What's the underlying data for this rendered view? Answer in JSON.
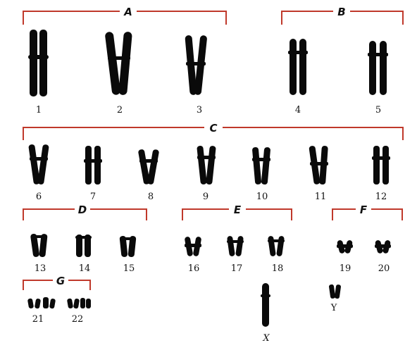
{
  "groups": [
    {
      "id": "A",
      "label": "A",
      "members": [
        "1",
        "2",
        "3"
      ]
    },
    {
      "id": "B",
      "label": "B",
      "members": [
        "4",
        "5"
      ]
    },
    {
      "id": "C",
      "label": "C",
      "members": [
        "6",
        "7",
        "8",
        "9",
        "10",
        "11",
        "12"
      ]
    },
    {
      "id": "D",
      "label": "D",
      "members": [
        "13",
        "14",
        "15"
      ]
    },
    {
      "id": "E",
      "label": "E",
      "members": [
        "16",
        "17",
        "18"
      ]
    },
    {
      "id": "F",
      "label": "F",
      "members": [
        "19",
        "20"
      ]
    },
    {
      "id": "G",
      "label": "G",
      "members": [
        "21",
        "22"
      ]
    }
  ],
  "sex_chromosomes": {
    "x": "X",
    "y": "Y"
  },
  "colors": {
    "bracket": "#c0392b",
    "chromosome": "#0a0a0a",
    "text": "#111111"
  }
}
